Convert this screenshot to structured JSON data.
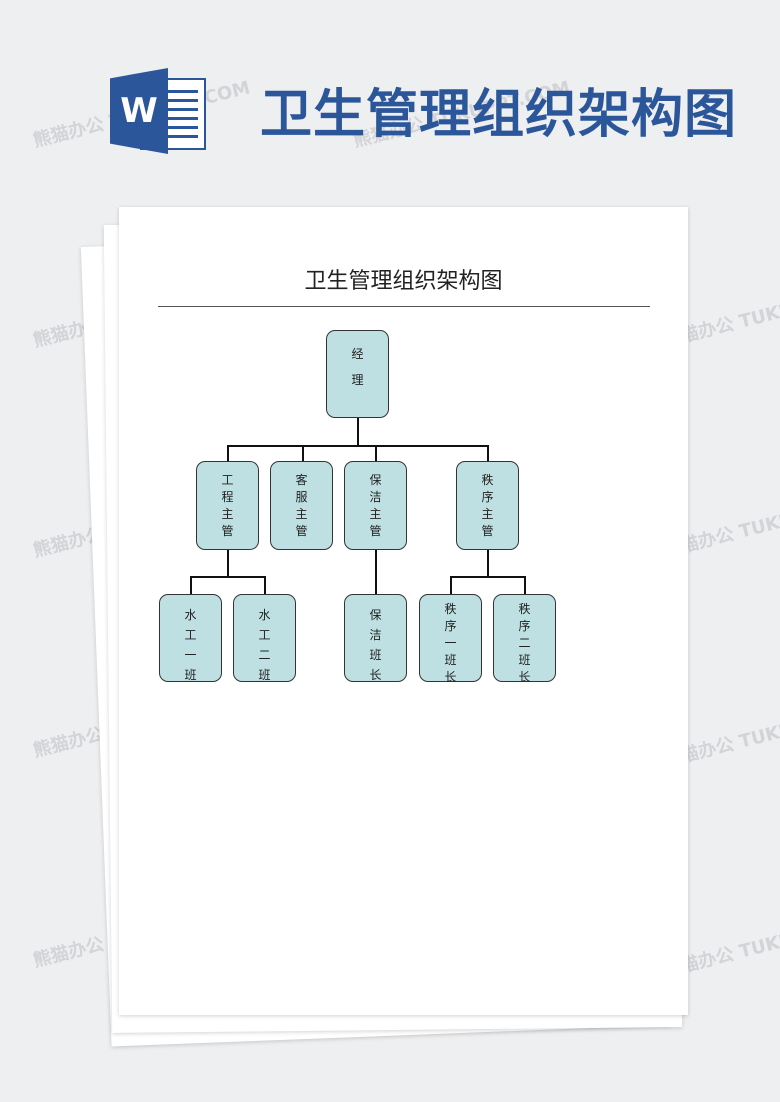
{
  "header": {
    "logo_letter": "W",
    "title": "卫生管理组织架构图"
  },
  "document": {
    "title": "卫生管理组织架构图"
  },
  "org": {
    "root": {
      "chars": [
        "经",
        "理"
      ]
    },
    "supervisors": [
      {
        "chars": [
          "工",
          "程",
          "主",
          "管"
        ]
      },
      {
        "chars": [
          "客",
          "服",
          "主",
          "管"
        ]
      },
      {
        "chars": [
          "保",
          "洁",
          "主",
          "管"
        ]
      },
      {
        "chars": [
          "秩",
          "序",
          "主",
          "管"
        ]
      }
    ],
    "teams": [
      {
        "chars": [
          "水",
          "工",
          "一",
          "班"
        ]
      },
      {
        "chars": [
          "水",
          "工",
          "二",
          "班"
        ]
      },
      {
        "chars": [
          "保",
          "洁",
          "班",
          "长"
        ]
      },
      {
        "chars": [
          "秩",
          "序",
          "一",
          "班",
          "长"
        ]
      },
      {
        "chars": [
          "秩",
          "序",
          "二",
          "班",
          "长"
        ]
      }
    ]
  },
  "watermark": {
    "text": "熊猫办公 TUKUPPT.COM"
  }
}
